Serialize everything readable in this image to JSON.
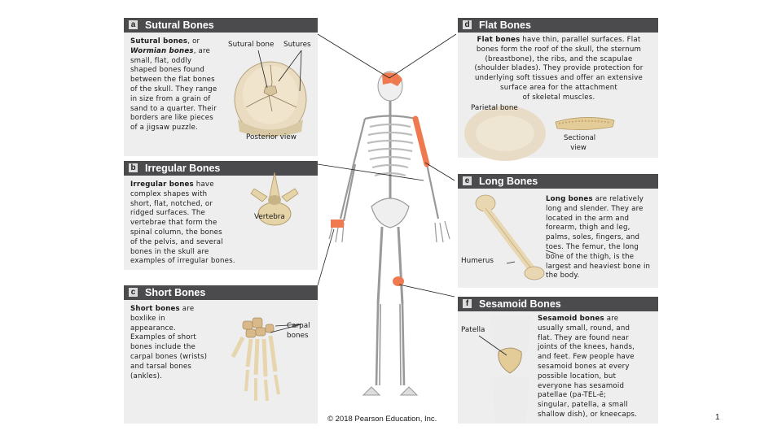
{
  "sutural": {
    "badge": "a",
    "title": "Sutural Bones",
    "lead": "Sutural bones",
    "alt_name": "Wormian bones",
    "text_lines": [
      ", or",
      ", are",
      "small, flat, oddly",
      "shaped bones found",
      "between the flat bones",
      "of the skull. They range",
      "in size from a grain of",
      "sand to a quarter. Their",
      "borders are like pieces",
      "of a jigsaw puzzle."
    ],
    "label_bone": "Sutural bone",
    "label_sutures": "Sutures",
    "label_view": "Posterior view"
  },
  "irregular": {
    "badge": "b",
    "title": "Irregular Bones",
    "lead": "Irregular bones",
    "text_lines": [
      " have",
      "complex shapes with",
      "short, flat, notched, or",
      "ridged surfaces. The",
      "vertebrae that form the",
      "spinal column, the bones",
      "of the pelvis, and several",
      "bones in the skull are",
      "examples of irregular bones."
    ],
    "label": "Vertebra"
  },
  "short": {
    "badge": "c",
    "title": "Short Bones",
    "lead": "Short bones",
    "text_lines": [
      " are",
      "boxlike in",
      "appearance.",
      "Examples of short",
      "bones include the",
      "carpal bones (wrists)",
      "and tarsal bones",
      "(ankles)."
    ],
    "label": "Carpal bones"
  },
  "flat": {
    "badge": "d",
    "title": "Flat Bones",
    "lead": "Flat bones",
    "text_lines": [
      " have thin, parallel surfaces. Flat",
      "bones form the roof of the skull, the sternum",
      "(breastbone), the ribs, and the scapulae",
      "(shoulder blades). They provide protection for",
      "underlying soft tissues and offer an extensive",
      "surface area for the attachment",
      "of skeletal muscles."
    ],
    "label_parietal": "Parietal bone",
    "label_sectional": "Sectional view"
  },
  "long": {
    "badge": "e",
    "title": "Long Bones",
    "lead": "Long bones",
    "text_lines": [
      " are relatively",
      "long and slender. They are",
      "located in the arm and",
      "forearm, thigh and leg,",
      "palms, soles, fingers, and",
      "toes. The femur, the long",
      "bone of the thigh, is the",
      "largest and heaviest bone in",
      "the body."
    ],
    "label": "Humerus"
  },
  "sesamoid": {
    "badge": "f",
    "title": "Sesamoid Bones",
    "lead": "Sesamoid bones",
    "text_lines": [
      " are",
      "usually small, round, and",
      "flat. They are found near",
      "joints of the knees, hands,",
      "and feet. Few people have",
      "sesamoid bones at every",
      "possible location, but",
      "everyone has sesamoid",
      "patellae (pa-TEL-ē;",
      "singular, patella, a small",
      "shallow dish), or kneecaps."
    ],
    "label": "Patella"
  },
  "footer": "© 2018 Pearson Education, Inc.",
  "page_number": "1",
  "colors": {
    "header": "#4b4b4d",
    "panel": "#eeeeef",
    "highlight": "#f07a50",
    "bone": "#e8d7b0"
  }
}
